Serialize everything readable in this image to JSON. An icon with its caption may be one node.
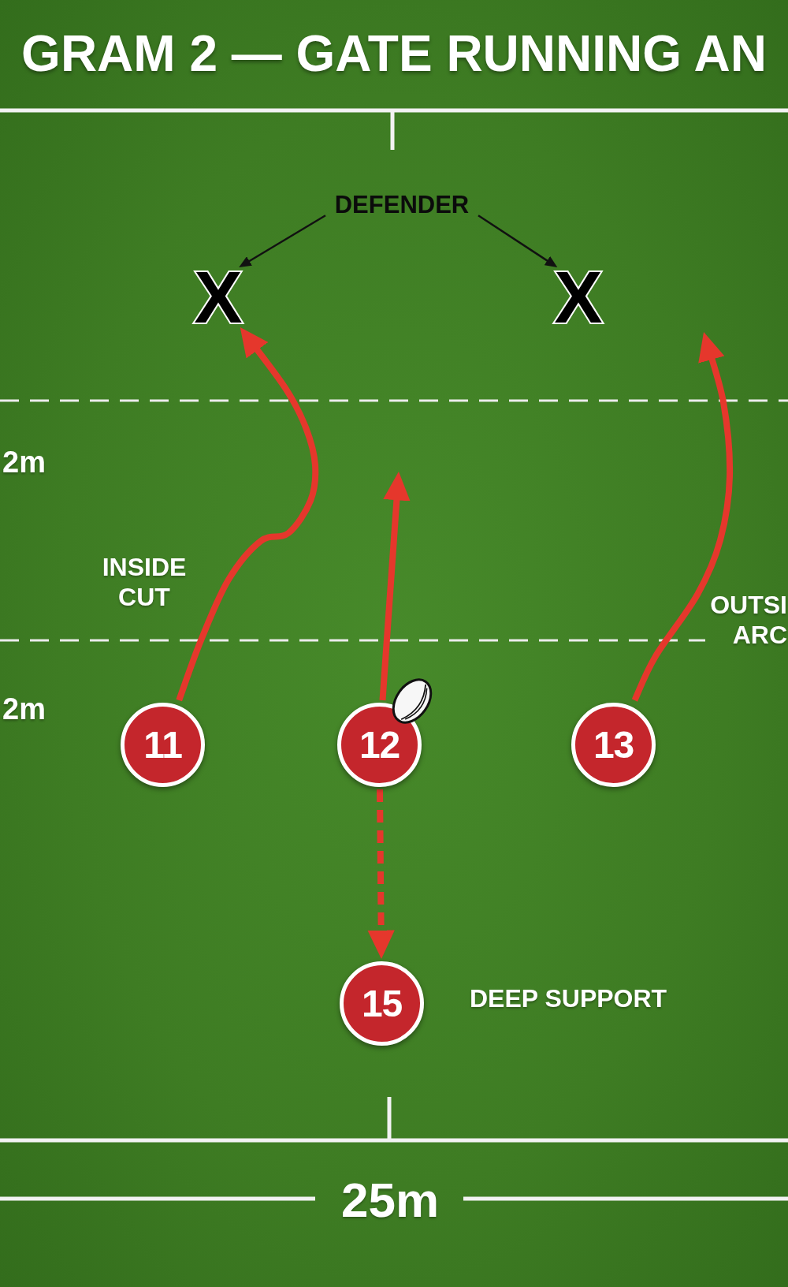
{
  "diagram": {
    "title": "GRAM 2 — GATE RUNNING AN",
    "nodes": [
      {
        "text": [
          "DEFENDER"
        ]
      },
      {
        "text": [
          "X"
        ]
      },
      {
        "text": [
          "X"
        ]
      },
      {
        "text": [
          "11"
        ]
      },
      {
        "text": [
          "12"
        ]
      },
      {
        "text": [
          "13"
        ]
      },
      {
        "text": [
          "15"
        ],
        "beside": [
          "DEEP SUPPORT"
        ]
      }
    ],
    "edges": [
      {
        "from": 0,
        "to": 1,
        "arrow": "to",
        "color": "#111111"
      },
      {
        "from": 0,
        "to": 2,
        "arrow": "to",
        "color": "#111111"
      },
      {
        "from": 3,
        "to": 1,
        "arrow": "to"
      },
      {
        "from": 4,
        "to": null,
        "arrow": "to"
      },
      {
        "from": 5,
        "to": null,
        "arrow": "to"
      },
      {
        "from": 4,
        "to": 6,
        "arrow": "to",
        "style": "dashed"
      }
    ],
    "labels": [
      "2m",
      "INSIDE CUT",
      "OUTSI ARC",
      "2m",
      "25m"
    ]
  }
}
